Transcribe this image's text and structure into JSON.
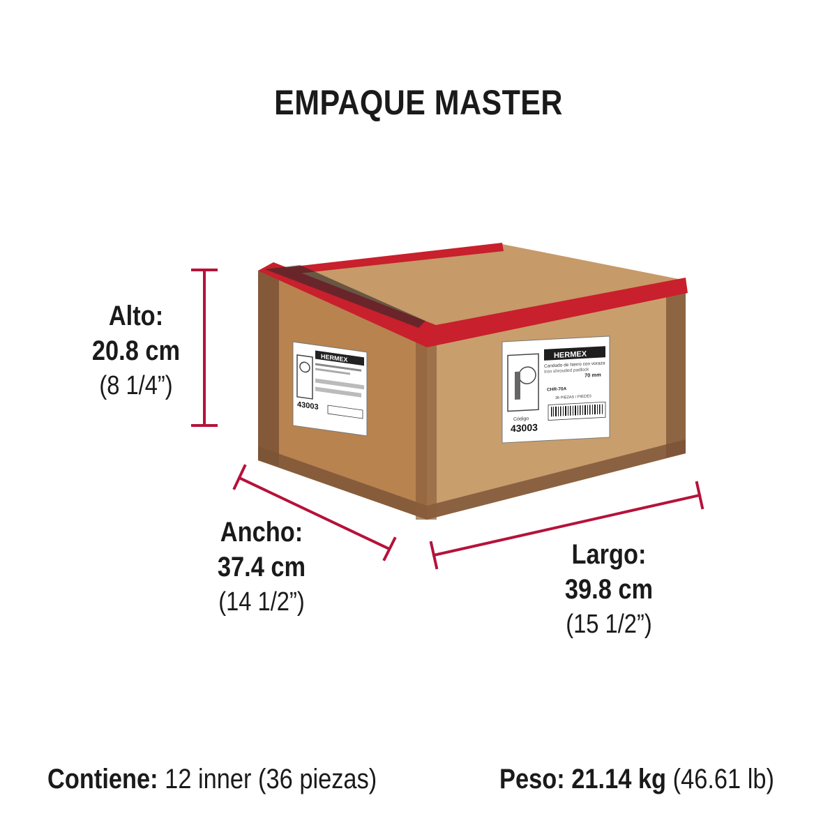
{
  "title": "EMPAQUE MASTER",
  "dimensions": {
    "alto": {
      "label": "Alto:",
      "cm": "20.8 cm",
      "inches": "(8 1/4”)"
    },
    "ancho": {
      "label": "Ancho:",
      "cm": "37.4 cm",
      "inches": "(14 1/2”)"
    },
    "largo": {
      "label": "Largo:",
      "cm": "39.8 cm",
      "inches": "(15 1/2”)"
    }
  },
  "box_label": {
    "brand": "HERMEX",
    "product": "Candado de hierro con voraza",
    "product_en": "Iron shrouded padlock",
    "size": "70 mm",
    "clave": "CHR-70A",
    "pieces": "36 PIEZAS / PIECES",
    "code_label": "Código",
    "code": "43003"
  },
  "footer": {
    "contiene_label": "Contiene:",
    "contiene_value": "12 inner (36 piezas)",
    "peso_label": "Peso:",
    "peso_value": "21.14 kg",
    "peso_lb": "(46.61 lb)"
  },
  "colors": {
    "accent": "#b5123a",
    "cardboard": "#c89a66",
    "tape": "#c8202c"
  }
}
